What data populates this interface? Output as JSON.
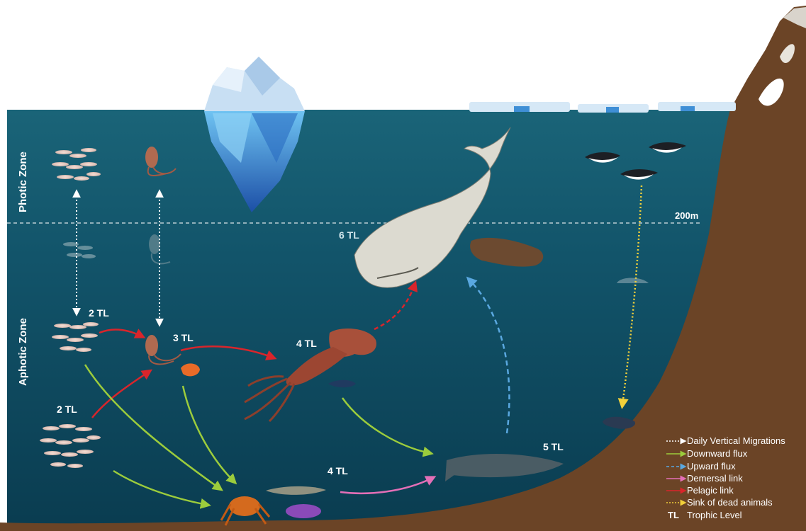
{
  "zones": {
    "photic": "Photic Zone",
    "aphotic": "Aphotic Zone",
    "depth_marker": "200m"
  },
  "trophic_labels": {
    "krill_upper": "2 TL",
    "krill_lower": "2 TL",
    "small_squid": "3 TL",
    "giant_squid": "4 TL",
    "sperm_whale": "6 TL",
    "demersal_fish": "4 TL",
    "toothfish": "5 TL"
  },
  "legend": {
    "vertical_migration": "Daily Vertical Migrations",
    "downward_flux": "Downward flux",
    "upward_flux": "Upward flux",
    "demersal_link": "Demersal link",
    "pelagic_link": "Pelagic link",
    "sink_dead": "Sink of dead animals",
    "tl_abbrev": "TL",
    "tl_meaning": "Trophic Level"
  },
  "colors": {
    "ocean": "#0f4a5c",
    "seafloor": "#6b4426",
    "vertical_migration": "#ffffff",
    "downward_flux": "#9ccc3c",
    "upward_flux": "#5aa8e0",
    "demersal_link": "#e46fb7",
    "pelagic_link": "#d9252b",
    "sink_dead": "#f2d03a",
    "ice": "#d6e8f6",
    "iceberg_underwater": "#3f8fd6"
  }
}
